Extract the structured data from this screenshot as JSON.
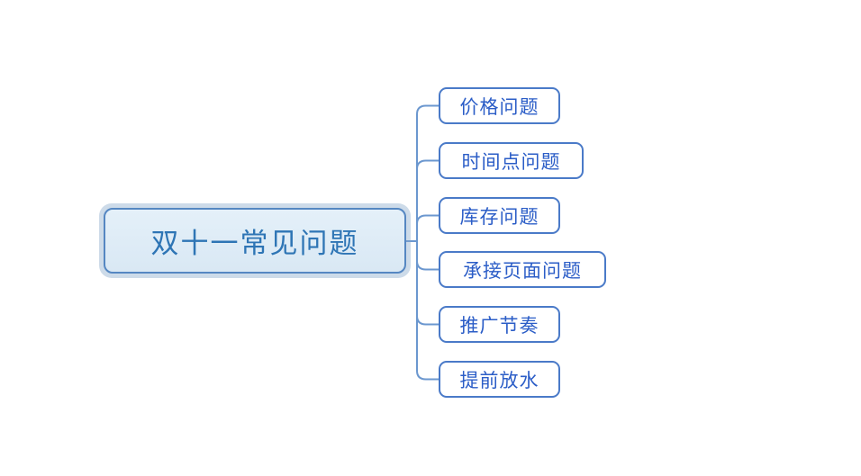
{
  "diagram": {
    "type": "mindmap",
    "root": {
      "label": "双十一常见问题"
    },
    "children": [
      {
        "label": "价格问题"
      },
      {
        "label": "时间点问题"
      },
      {
        "label": "库存问题"
      },
      {
        "label": "承接页面问题"
      },
      {
        "label": "推广节奏"
      },
      {
        "label": "提前放水"
      }
    ],
    "colors": {
      "background": "#ffffff",
      "root_fill": "#dce9f5",
      "root_border": "#5587c2",
      "root_selection_halo": "#c0d4e6",
      "root_text": "#2e75b5",
      "child_fill": "#ffffff",
      "child_border": "#4a7ac8",
      "child_text": "#2b5dc7",
      "connector": "#6b97cf"
    }
  }
}
